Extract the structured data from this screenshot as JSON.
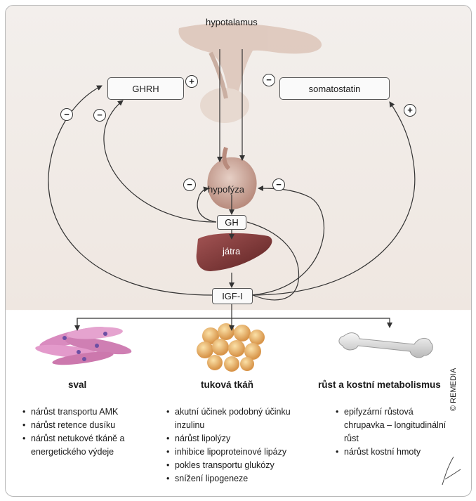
{
  "nodes": {
    "hypothalamus": "hypotalamus",
    "ghrh": "GHRH",
    "somatostatin": "somatostatin",
    "pituitary": "hypofýza",
    "gh": "GH",
    "liver": "játra",
    "igf": "IGF-I"
  },
  "signs": {
    "ghrh_plus": "+",
    "somatostatin_minus": "−",
    "igf_to_ghrh_outer": "−",
    "gh_to_ghrh_inner": "−",
    "gh_to_pituitary": "−",
    "igf_to_pituitary": "−",
    "igf_to_somatostatin": "+"
  },
  "tissues": {
    "muscle": {
      "title": "sval",
      "effects": [
        "nárůst transportu AMK",
        "nárůst retence dusíku",
        "nárůst netukové tkáně a energetického výdeje"
      ]
    },
    "fat": {
      "title": "tuková tkáň",
      "effects": [
        "akutní účinek podobný účinku inzulinu",
        "nárůst lipolýzy",
        "inhibice lipoproteinové lipázy",
        "pokles transportu glukózy",
        "snížení lipogeneze"
      ]
    },
    "bone": {
      "title": "růst a kostní metabolismus",
      "effects": [
        "epifyzární růstová chrupavka – longitudinální růst",
        "nárůst kostní hmoty"
      ]
    }
  },
  "credit": "© REMEDIA",
  "colors": {
    "muscle": "#d98bbf",
    "fat": "#e8b070",
    "bone": "#e6e6e6",
    "liver": "#7e3a3a",
    "gland": "#c9a79a"
  }
}
